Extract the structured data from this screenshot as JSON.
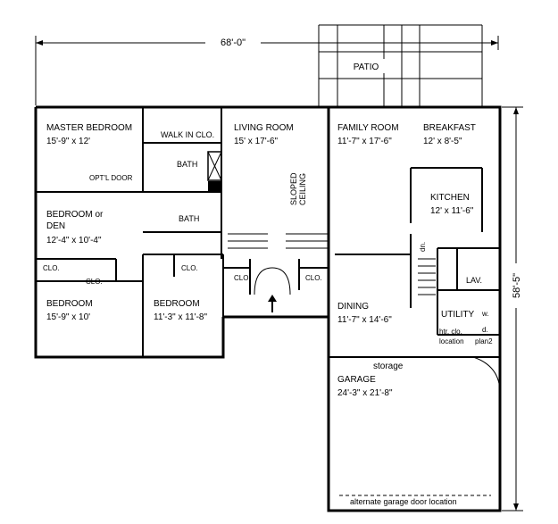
{
  "dimensions": {
    "width": "68'-0\"",
    "depth": "58'-5\""
  },
  "rooms": {
    "patio": "PATIO",
    "master_bedroom": {
      "name": "MASTER BEDROOM",
      "size": "15'-9\" x 12'"
    },
    "walk_in_closet": "WALK IN CLO.",
    "bath_1": "BATH",
    "bath_2": "BATH",
    "opt_door": "OPT'L DOOR",
    "bedroom_den": {
      "name": "BEDROOM or",
      "name2": "DEN",
      "size": "12'-4\" x 10'-4\""
    },
    "living_room": {
      "name": "LIVING ROOM",
      "size": "15' x 17'-6\""
    },
    "sloped_ceiling": {
      "line1": "SLOPED",
      "line2": "CEILING"
    },
    "family_room": {
      "name": "FAMILY ROOM",
      "size": "11'-7\" x 17'-6\""
    },
    "breakfast": {
      "name": "BREAKFAST",
      "size": "12' x 8'-5\""
    },
    "kitchen": {
      "name": "KITCHEN",
      "size": "12' x 11'-6\""
    },
    "bedroom_1": {
      "name": "BEDROOM",
      "size": "15'-9\" x 10'"
    },
    "bedroom_2": {
      "name": "BEDROOM",
      "size": "11'-3\" x 11'-8\""
    },
    "dining": {
      "name": "DINING",
      "size": "11'-7\" x 14'-6\""
    },
    "utility": "UTILITY",
    "lav": "LAV.",
    "htr_clo": "htr. clo.",
    "location": "location",
    "plan2": "plan2",
    "garage": {
      "name": "GARAGE",
      "size": "24'-3\" x 21'-8\"",
      "storage": "storage"
    },
    "garage_door": "alternate garage door location",
    "clo": "CLO.",
    "dn": "dn.",
    "w": "w.",
    "d": "d."
  }
}
